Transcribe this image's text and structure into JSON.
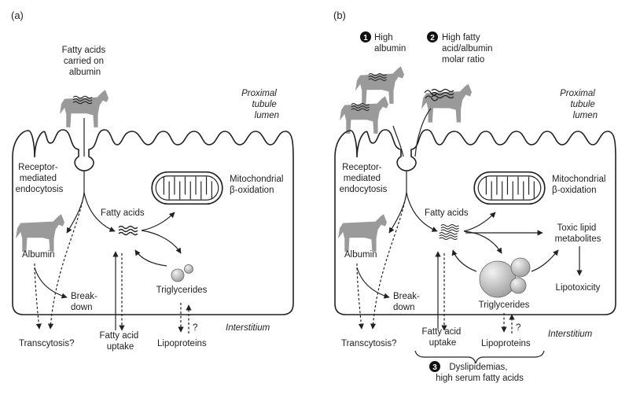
{
  "panels": [
    {
      "letter": "(a)",
      "top_label": [
        "Fatty acids",
        "carried on",
        "albumin"
      ],
      "lumen": [
        "Proximal",
        "tubule",
        "lumen"
      ],
      "endocytosis": [
        "Receptor-",
        "mediated",
        "endocytosis"
      ],
      "mito": [
        "Mitochondrial",
        "β-oxidation"
      ],
      "fatty_acids": "Fatty acids",
      "albumin": "Albumin",
      "breakdown": [
        "Break-",
        "down"
      ],
      "triglycerides": "Triglycerides",
      "interstitium": "Interstitium",
      "transcytosis": "Transcytosis?",
      "uptake": [
        "Fatty acid",
        "uptake"
      ],
      "lipoproteins": "Lipoproteins",
      "question": "?"
    },
    {
      "letter": "(b)",
      "marker1": "1",
      "high_albumin": [
        "High",
        "albumin"
      ],
      "marker2": "2",
      "high_ratio": [
        "High fatty",
        "acid/albumin",
        "molar ratio"
      ],
      "lumen": [
        "Proximal",
        "tubule",
        "lumen"
      ],
      "endocytosis": [
        "Receptor-",
        "mediated",
        "endocytosis"
      ],
      "mito": [
        "Mitochondrial",
        "β-oxidation"
      ],
      "fatty_acids": "Fatty acids",
      "toxic": [
        "Toxic lipid",
        "metabolites"
      ],
      "lipotoxicity": "Lipotoxicity",
      "albumin": "Albumin",
      "breakdown": [
        "Break-",
        "down"
      ],
      "triglycerides": "Triglycerides",
      "interstitium": "Interstitium",
      "transcytosis": "Transcytosis?",
      "uptake": [
        "Fatty acid",
        "uptake"
      ],
      "lipoproteins": "Lipoproteins",
      "question": "?",
      "marker3": "3",
      "dyslipidemia": [
        "Dyslipidemias,",
        "high serum fatty acids"
      ]
    }
  ],
  "colors": {
    "ink": "#222222",
    "horse": "#9a9a9a",
    "lipid": "#c8c8c8",
    "marker": "#111111"
  }
}
